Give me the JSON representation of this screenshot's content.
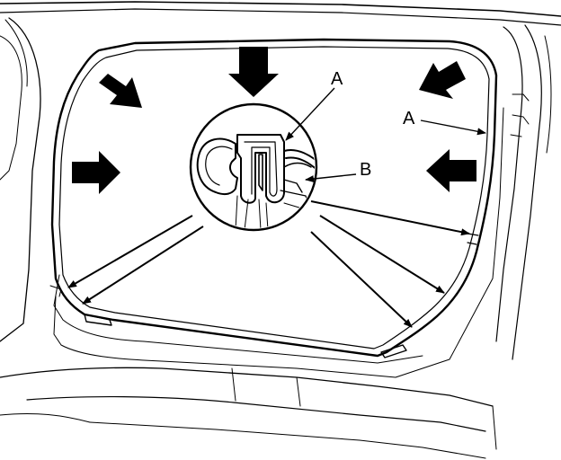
{
  "diagram": {
    "labels": {
      "a_top": "A",
      "a_right": "A",
      "b": "B"
    },
    "colors": {
      "ink": "#000000",
      "paper": "#ffffff"
    },
    "icons": {
      "push_arrows": "arrow-icon",
      "leader_arrows": "arrow-icon"
    }
  }
}
